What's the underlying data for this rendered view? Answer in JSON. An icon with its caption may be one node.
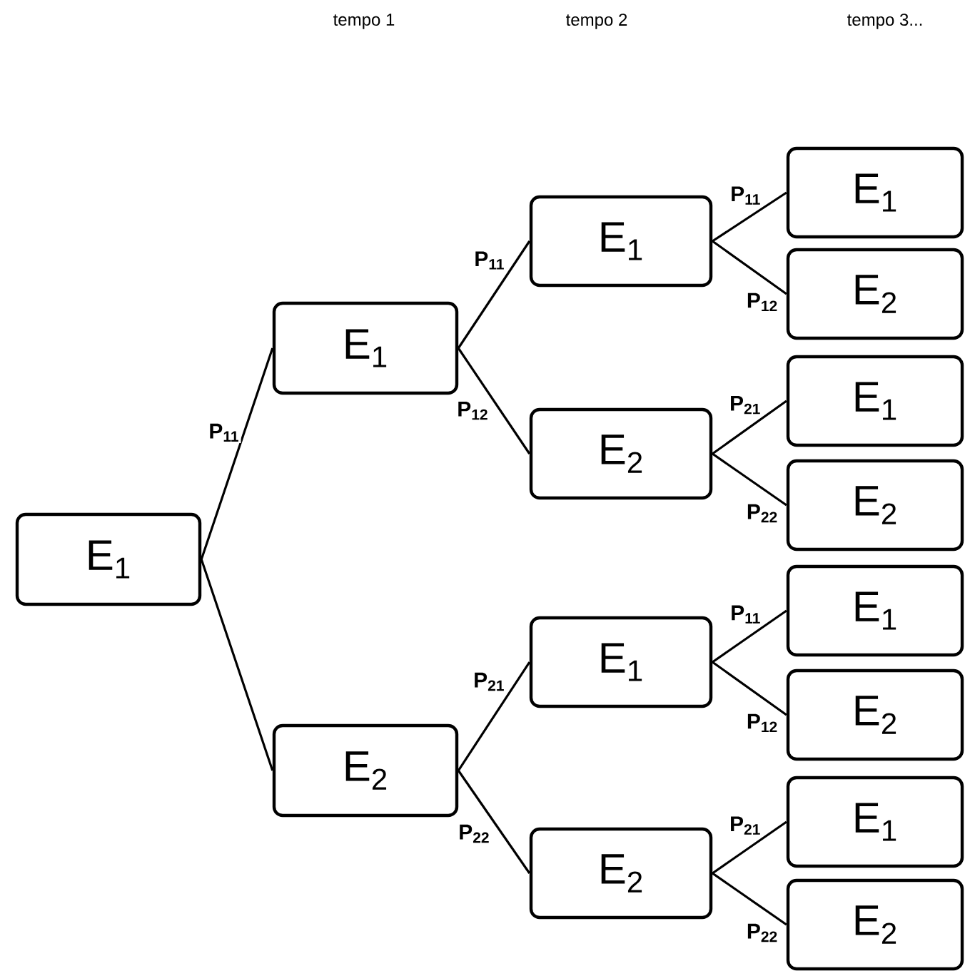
{
  "diagram": {
    "nodes": [
      {
        "text": [
          "E$_{1}$"
        ]
      },
      {
        "text": [
          "E$_{1}$"
        ]
      },
      {
        "text": [
          "E$_{2}$"
        ]
      },
      {
        "text": [
          "E$_{1}$"
        ]
      },
      {
        "text": [
          "E$_{2}$"
        ]
      },
      {
        "text": [
          "E$_{1}$"
        ]
      },
      {
        "text": [
          "E$_{2}$"
        ]
      },
      {
        "text": [
          "E$_{1}$"
        ]
      },
      {
        "text": [
          "E$_{2}$"
        ]
      },
      {
        "text": [
          "E$_{1}$"
        ]
      },
      {
        "text": [
          "E$_{2}$"
        ]
      },
      {
        "text": [
          "E$_{1}$"
        ]
      },
      {
        "text": [
          "E$_{2}$"
        ]
      },
      {
        "text": [
          "E$_{1}$"
        ]
      },
      {
        "text": [
          "E$_{2}$"
        ]
      }
    ],
    "edges": [
      {
        "from": 0,
        "to": 1,
        "arrow": "none",
        "label": "P$_{11}$"
      },
      {
        "from": 0,
        "to": 2,
        "arrow": "none"
      },
      {
        "from": 1,
        "to": 3,
        "arrow": "none",
        "label": "P$_{11}$"
      },
      {
        "from": 1,
        "to": 4,
        "arrow": "none",
        "label": "P$_{12}$"
      },
      {
        "from": 2,
        "to": 5,
        "arrow": "none",
        "label": "P$_{21}$"
      },
      {
        "from": 2,
        "to": 6,
        "arrow": "none",
        "label": "P$_{22}$"
      },
      {
        "from": 3,
        "to": 7,
        "arrow": "none",
        "label": "P$_{11}$"
      },
      {
        "from": 3,
        "to": 8,
        "arrow": "none",
        "label": "P$_{12}$"
      },
      {
        "from": 4,
        "to": 9,
        "arrow": "none",
        "label": "P$_{21}$"
      },
      {
        "from": 4,
        "to": 10,
        "arrow": "none",
        "label": "P$_{22}$"
      },
      {
        "from": 5,
        "to": 11,
        "arrow": "none",
        "label": "P$_{11}$"
      },
      {
        "from": 5,
        "to": 12,
        "arrow": "none",
        "label": "P$_{12}$"
      },
      {
        "from": 6,
        "to": 13,
        "arrow": "none",
        "label": "P$_{21}$"
      },
      {
        "from": 6,
        "to": 14,
        "arrow": "none",
        "label": "P$_{22}$"
      }
    ],
    "labels": [
      "tempo 1",
      "tempo 2",
      "tempo 3..."
    ]
  }
}
